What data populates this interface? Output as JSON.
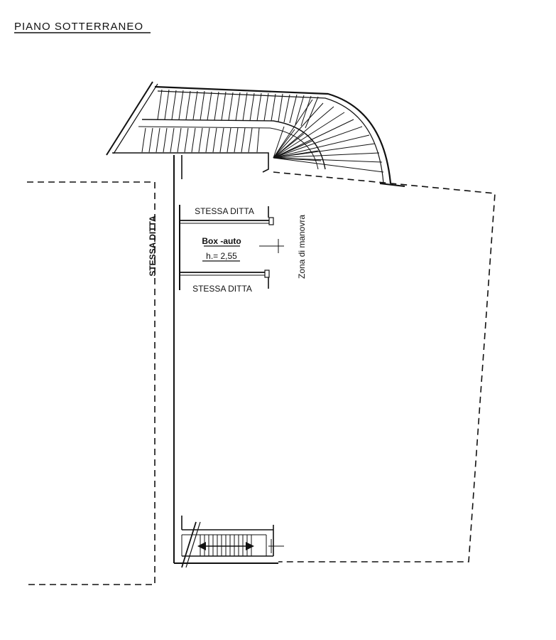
{
  "title": "PIANO SOTTERRANEO",
  "labels": {
    "left_neighbor": "STESSA DITTA",
    "box_top_neighbor": "STESSA DITTA",
    "box_bottom_neighbor": "STESSA DITTA",
    "box_name": "Box -auto",
    "box_height": "h.= 2,55",
    "maneuver_zone": "Zona di manovra"
  },
  "colors": {
    "ink": "#111111",
    "paper": "#ffffff"
  }
}
